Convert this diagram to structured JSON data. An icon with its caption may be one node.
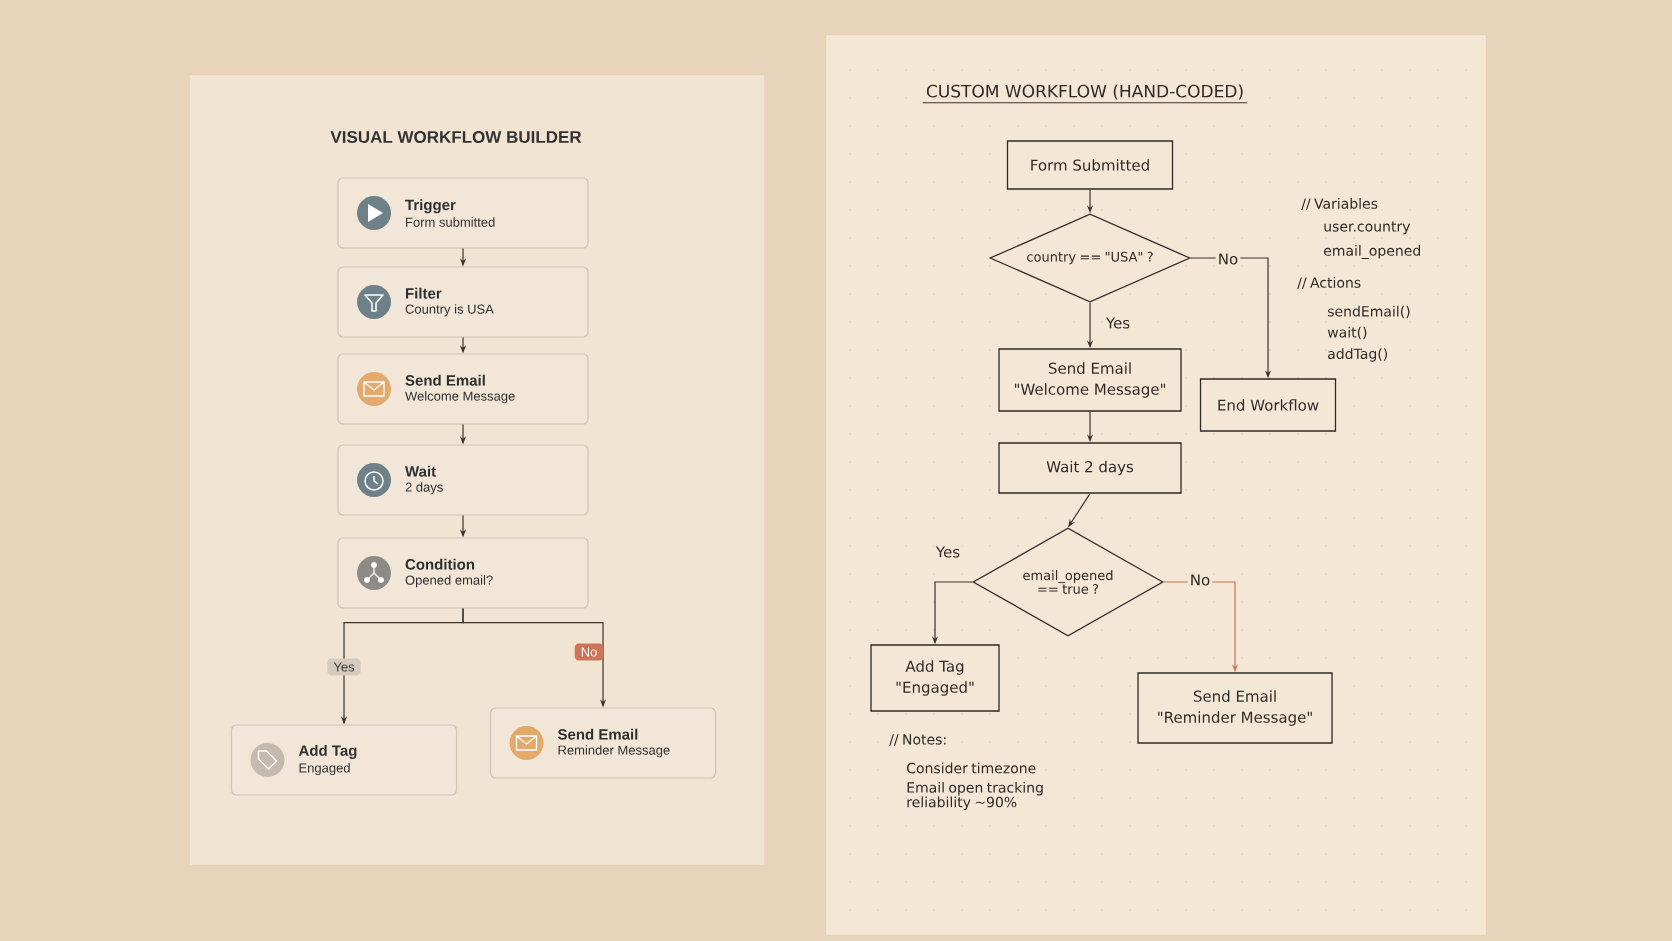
{
  "diagram": {
    "nodes": [
      {
        "text": [
          "VISUAL WORKFLOW BUILDER"
        ]
      },
      {
        "text": [
          "Trigger",
          "Form submitted"
        ],
        "in": 0
      },
      {
        "text": [
          "Filter",
          "Country is USA"
        ],
        "in": 0
      },
      {
        "text": [
          "Send Email",
          "Welcome Message"
        ],
        "in": 0
      },
      {
        "text": [
          "Wait",
          "2 days"
        ],
        "in": 0
      },
      {
        "text": [
          "Condition",
          "Opened email?"
        ],
        "in": 0
      },
      {
        "text": [
          "Add Tag",
          "Engaged"
        ],
        "in": 0
      },
      {
        "text": [
          "Send Email",
          "Reminder Message"
        ],
        "in": 0
      },
      {
        "text": [
          "CUSTOM WORKFLOW (HAND-CODED)"
        ]
      },
      {
        "text": [
          "Form Submitted"
        ],
        "in": 8
      },
      {
        "text": [
          "country == \"USA\" ?"
        ],
        "in": 8
      },
      {
        "text": [
          "Send Email",
          "\"Welcome Message\""
        ],
        "in": 8
      },
      {
        "text": [
          "End Workflow"
        ],
        "in": 8
      },
      {
        "text": [
          "Wait 2 days"
        ],
        "in": 8
      },
      {
        "text": [
          "email_opened == true ?"
        ],
        "in": 8
      },
      {
        "text": [
          "Add Tag",
          "\"Engaged\""
        ],
        "in": 8
      },
      {
        "text": [
          "Send Email",
          "\"Reminder Message\""
        ],
        "in": 8
      }
    ],
    "edges": [
      {
        "from": 1,
        "to": 2,
        "arrow": "to"
      },
      {
        "from": 2,
        "to": 3,
        "arrow": "to"
      },
      {
        "from": 3,
        "to": 4,
        "arrow": "to"
      },
      {
        "from": 4,
        "to": 5,
        "arrow": "to"
      },
      {
        "from": 5,
        "to": 6,
        "arrow": "to",
        "label": "Yes"
      },
      {
        "from": 5,
        "to": 7,
        "arrow": "to",
        "label": "No"
      },
      {
        "from": 9,
        "to": 10,
        "arrow": "to"
      },
      {
        "from": 10,
        "to": 11,
        "arrow": "to",
        "label": "Yes"
      },
      {
        "from": 10,
        "to": 12,
        "arrow": "to",
        "label": "No"
      },
      {
        "from": 11,
        "to": 13,
        "arrow": "to"
      },
      {
        "from": 13,
        "to": 14,
        "arrow": "to"
      },
      {
        "from": 14,
        "to": 15,
        "arrow": "to",
        "label": "Yes"
      },
      {
        "from": 14,
        "to": 16,
        "arrow": "to",
        "label": "No",
        "color": "#c8764f"
      }
    ],
    "labels": [
      "// Variables",
      "user.country",
      "email_opened",
      "// Actions",
      "sendEmail()",
      "wait()",
      "addTag()",
      "// Notes:",
      "Consider timezone",
      "Email open tracking reliability ~90%"
    ]
  }
}
